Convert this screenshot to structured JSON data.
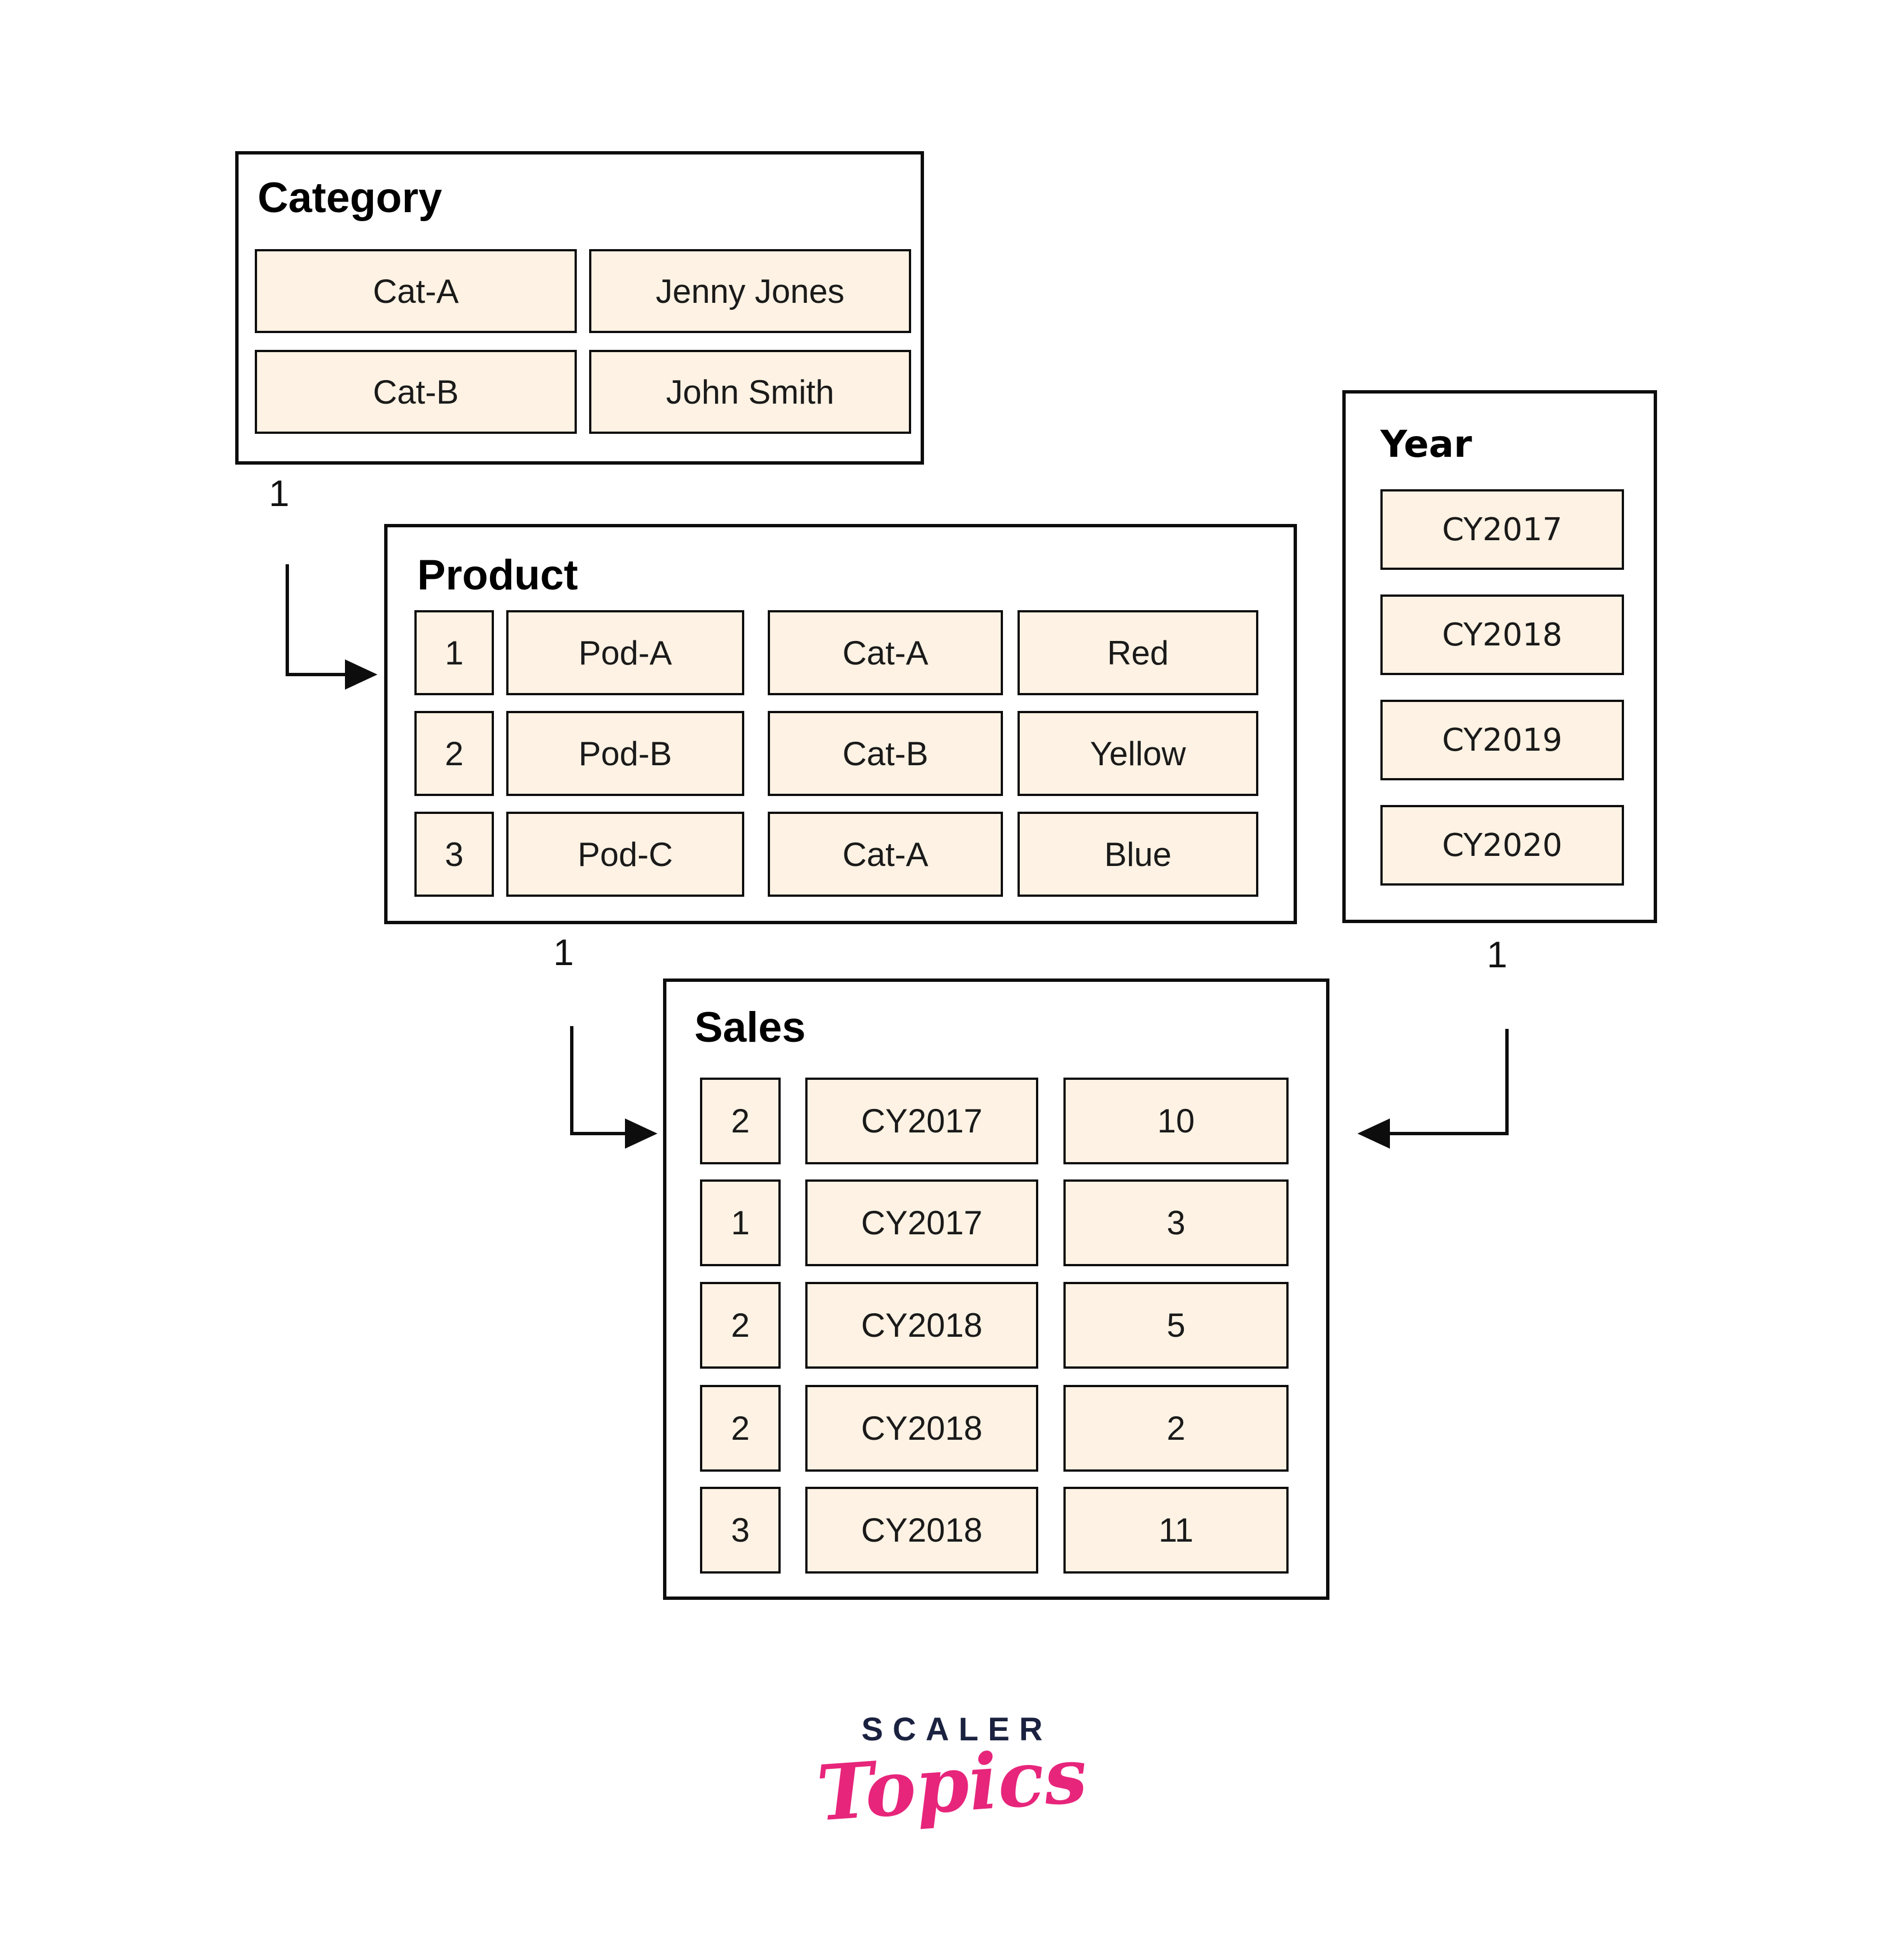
{
  "tables": {
    "category": {
      "title": "Category",
      "rows": [
        [
          "Cat-A",
          "Jenny Jones"
        ],
        [
          "Cat-B",
          "John Smith"
        ]
      ]
    },
    "product": {
      "title": "Product",
      "rows": [
        [
          "1",
          "Pod-A",
          "Cat-A",
          "Red"
        ],
        [
          "2",
          "Pod-B",
          "Cat-B",
          "Yellow"
        ],
        [
          "3",
          "Pod-C",
          "Cat-A",
          "Blue"
        ]
      ]
    },
    "year": {
      "title": "Year",
      "rows": [
        [
          "CY2017"
        ],
        [
          "CY2018"
        ],
        [
          "CY2019"
        ],
        [
          "CY2020"
        ]
      ]
    },
    "sales": {
      "title": "Sales",
      "rows": [
        [
          "2",
          "CY2017",
          "10"
        ],
        [
          "1",
          "CY2017",
          "3"
        ],
        [
          "2",
          "CY2018",
          "5"
        ],
        [
          "2",
          "CY2018",
          "2"
        ],
        [
          "3",
          "CY2018",
          "11"
        ]
      ]
    }
  },
  "relationships": {
    "category_to_product": {
      "label": "1"
    },
    "product_to_sales": {
      "label": "1"
    },
    "year_to_sales": {
      "label": "1"
    }
  },
  "logo": {
    "primary": "SCALER",
    "secondary": "Topics"
  },
  "colors": {
    "cell_fill": "#fdf2e3",
    "border": "#0d0d0d",
    "logo_primary": "#1b2240",
    "logo_secondary": "#e7257b"
  }
}
